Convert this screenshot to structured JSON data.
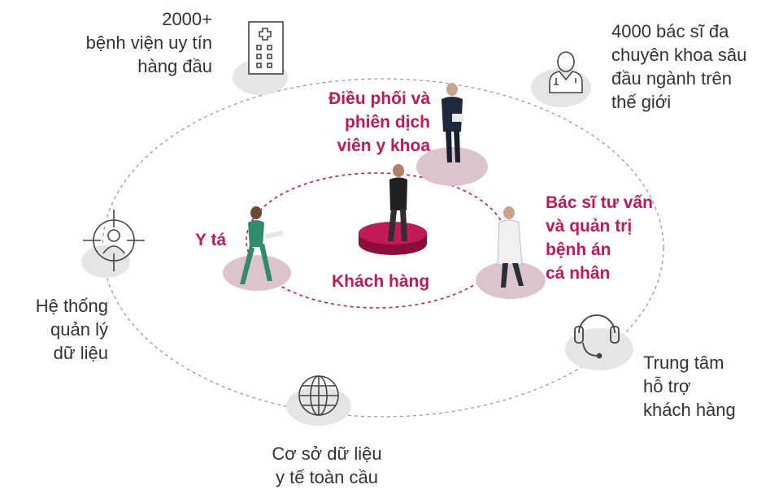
{
  "outer_items": {
    "hospitals": {
      "icon": "hospital-building-icon",
      "lines": [
        "2000+",
        "bệnh viện uy tín",
        "hàng đầu"
      ]
    },
    "doctors": {
      "icon": "doctor-icon",
      "lines": [
        "4000 bác sĩ đa",
        "chuyên khoa sâu",
        "đầu ngành trên",
        "thế giới"
      ]
    },
    "data_system": {
      "icon": "crosshair-person-icon",
      "lines": [
        "Hệ thống",
        "quản lý",
        "dữ liệu"
      ]
    },
    "support_center": {
      "icon": "headset-icon",
      "lines": [
        "Trung tâm",
        "hỗ trợ",
        "khách hàng"
      ]
    },
    "global_database": {
      "icon": "globe-icon",
      "lines": [
        "Cơ sở dữ liệu",
        "y tế toàn cầu"
      ]
    }
  },
  "inner_roles": {
    "coordinator": [
      "Điều phối và",
      "phiên dịch",
      "viên y khoa"
    ],
    "nurse": [
      "Y tá"
    ],
    "consultant": [
      "Bác sĩ tư vấn",
      "và quản trị",
      "bệnh án",
      "cá nhân"
    ]
  },
  "center": {
    "label": "Khách hàng"
  },
  "colors": {
    "accent": "#c0185a",
    "podium": "#b3134f",
    "role_disc": "#dcc3cd",
    "icon_disc": "#e5e5e5",
    "outer_ring": "#9a9a9a",
    "text": "#333333"
  }
}
